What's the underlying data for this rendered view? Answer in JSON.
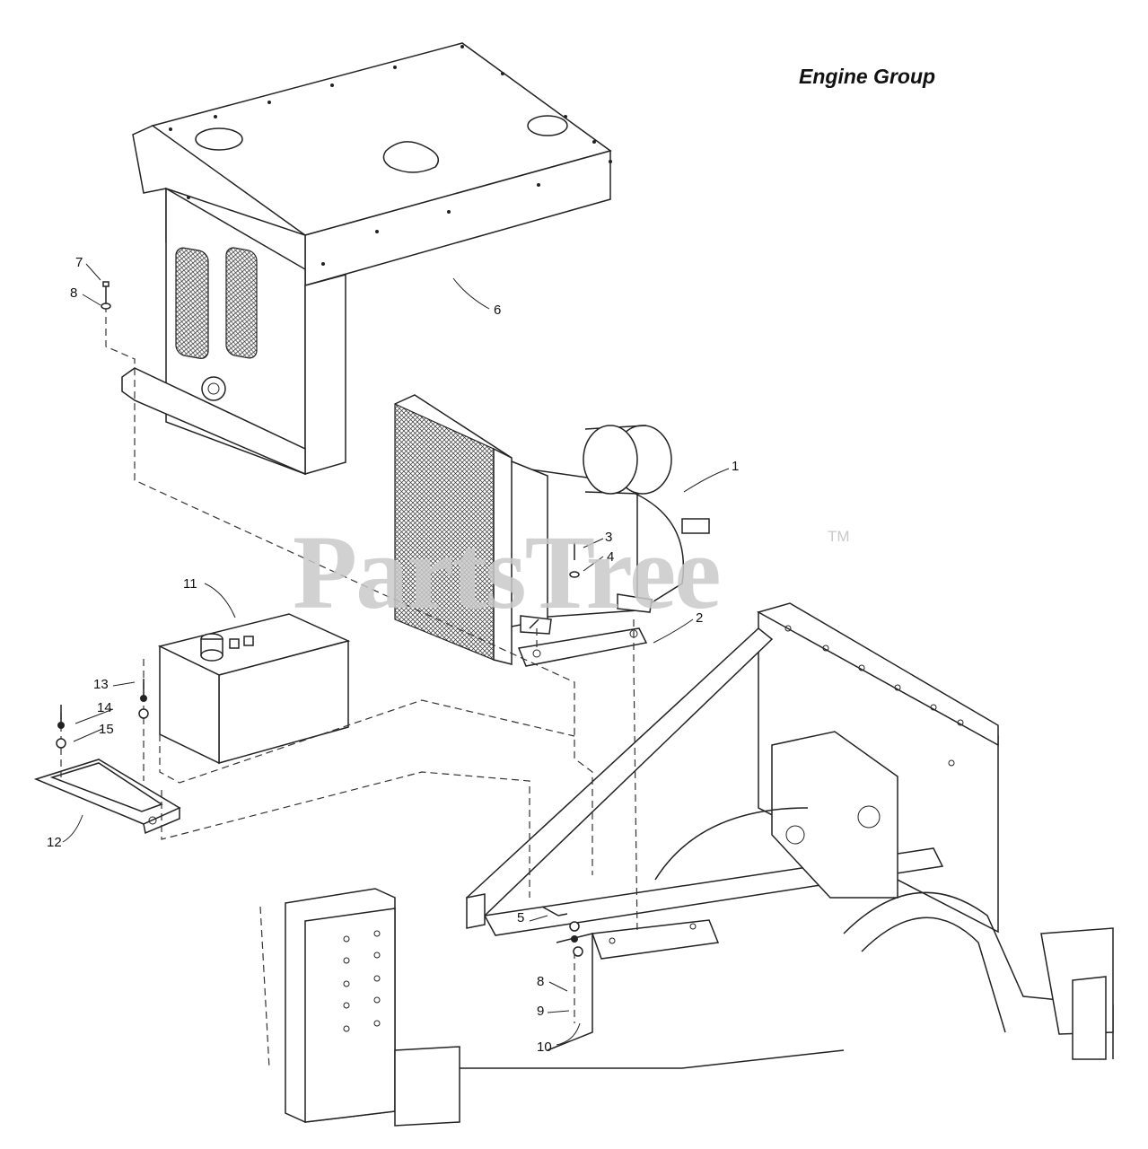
{
  "title": "Engine Group",
  "watermark": {
    "brand": "PartsTree",
    "trademark": "TM"
  },
  "callouts": {
    "c1": "1",
    "c2": "2",
    "c3": "3",
    "c4": "4",
    "c5": "5",
    "c6": "6",
    "c7": "7",
    "c8a": "8",
    "c8b": "8",
    "c9": "9",
    "c10": "10",
    "c11": "11",
    "c12": "12",
    "c13": "13",
    "c14": "14",
    "c15": "15"
  }
}
